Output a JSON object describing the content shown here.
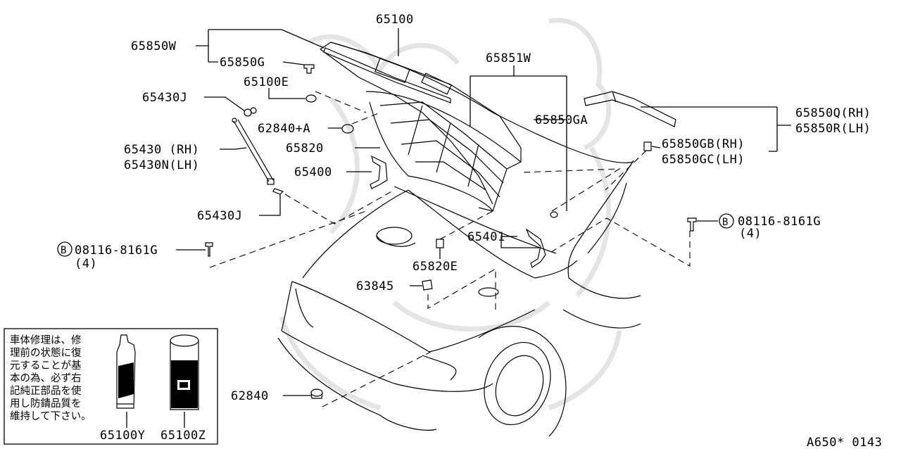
{
  "labels": {
    "p65100": "65100",
    "p65850W": "65850W",
    "p65850G": "65850G",
    "p65100E": "65100E",
    "p65430J_top": "65430J",
    "p62840A": "62840+A",
    "p65430_rh": "65430 (RH)",
    "p65430N_lh": "65430N(LH)",
    "p65820": "65820",
    "p65400": "65400",
    "p65430J_bot": "65430J",
    "p65851W": "65851W",
    "p65850GA": "65850GA",
    "p65850Q_rh": "65850Q(RH)",
    "p65850R_lh": "65850R(LH)",
    "p65850GB_rh": "65850GB(RH)",
    "p65850GC_lh": "65850GC(LH)",
    "bolt_left_letter": "B",
    "bolt_left_num": "08116-8161G",
    "bolt_left_qty": "(4)",
    "bolt_right_letter": "B",
    "bolt_right_num": "08116-8161G",
    "bolt_right_qty": "(4)",
    "p65401": "65401",
    "p65820E": "65820E",
    "p63845": "63845",
    "p62840": "62840",
    "p65100Y": "65100Y",
    "p65100Z": "65100Z",
    "diagram_code": "A650* 0143"
  },
  "note": {
    "lines": [
      "車体修理は、修",
      "理前の状態に復",
      "元することが基",
      "本の為、必ず右",
      "記純正部品を使",
      "用し防錆品質を",
      "維持して下さい。"
    ]
  }
}
